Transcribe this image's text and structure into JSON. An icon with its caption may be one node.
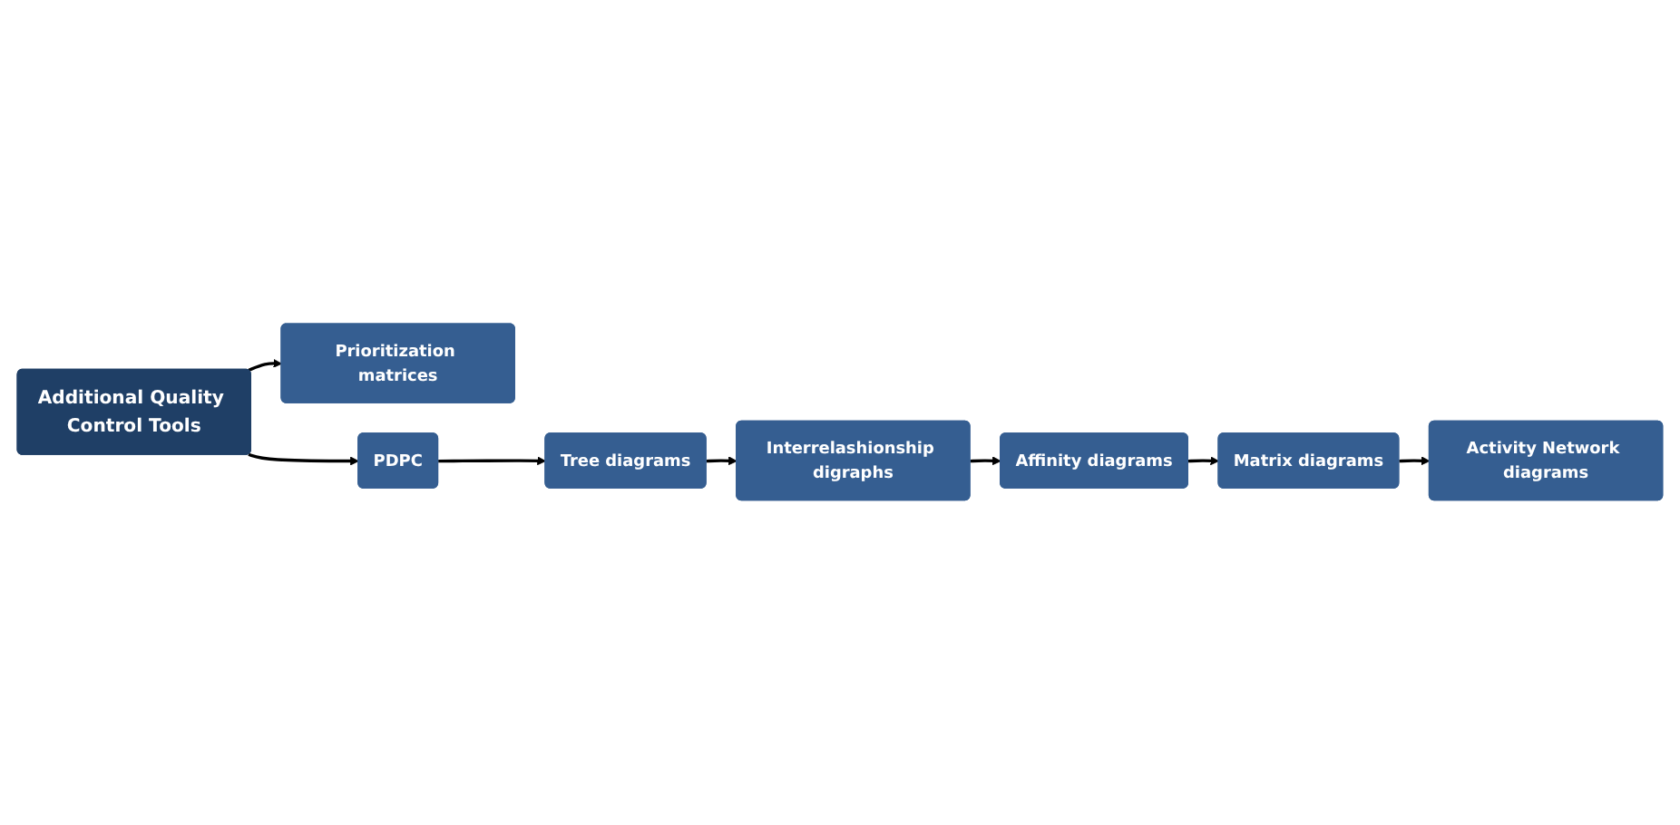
{
  "diagram": {
    "nodes": [
      {
        "text": [
          "Additional Quality Control Tools"
        ]
      },
      {
        "text": [
          "Prioritization matrices"
        ]
      },
      {
        "text": [
          "PDPC"
        ]
      },
      {
        "text": [
          "Tree diagrams"
        ]
      },
      {
        "text": [
          "Interrelashionship digraphs"
        ]
      },
      {
        "text": [
          "Affinity diagrams"
        ]
      },
      {
        "text": [
          "Matrix diagrams"
        ]
      },
      {
        "text": [
          "Activity Network diagrams"
        ]
      }
    ],
    "edges": [
      {
        "from": 0,
        "to": 1,
        "arrow": "to"
      },
      {
        "from": 0,
        "to": 2,
        "arrow": "to"
      },
      {
        "from": 2,
        "to": 3,
        "arrow": "to"
      },
      {
        "from": 3,
        "to": 4,
        "arrow": "to"
      },
      {
        "from": 4,
        "to": 5,
        "arrow": "to"
      },
      {
        "from": 5,
        "to": 6,
        "arrow": "to"
      },
      {
        "from": 6,
        "to": 7,
        "arrow": "to"
      }
    ]
  }
}
